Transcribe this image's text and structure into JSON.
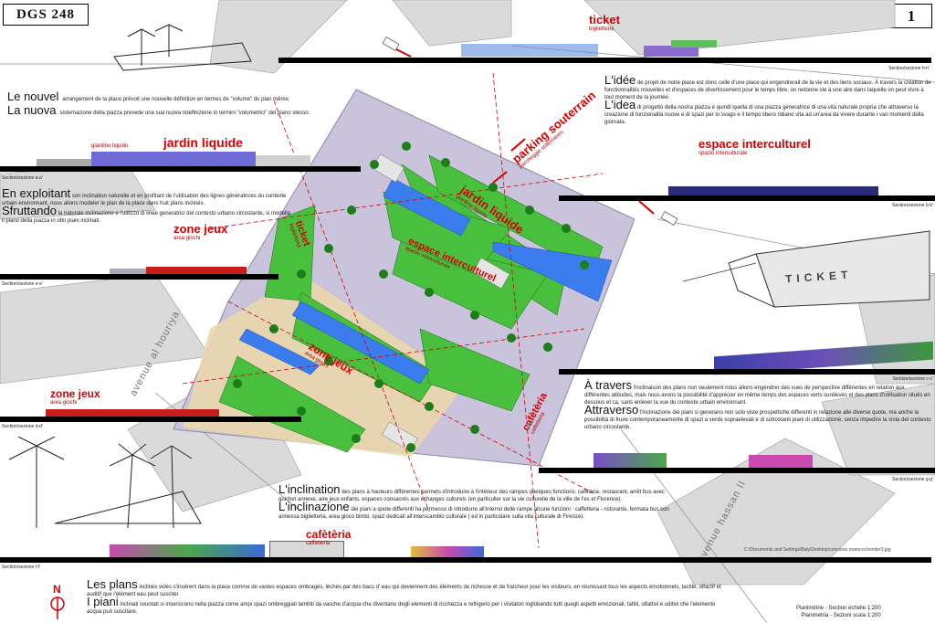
{
  "header": {
    "code": "DGS 248",
    "sheet_number": "1"
  },
  "labels": {
    "ticket": "ticket",
    "ticket_sub": "biglietteria",
    "jardin_liquide": "jardin liquide",
    "jardin_liquide_sub": "giardino liquido",
    "espace_interculturel": "espace interculturel",
    "espace_interculturel_sub": "spazio interculturale",
    "zone_jeux": "zone jeux",
    "zone_jeux_sub": "area giochi",
    "zone_jeux_2": "zone jeux",
    "zone_jeux_2_sub": "area giochi",
    "cafeteria": "cafètèria",
    "cafeteria_sub": "caffetteria",
    "parking": "parking souterrain",
    "parking_sub": "parcheggio sotterraneo",
    "plan_jardin": "jardin liquide",
    "plan_jardin_sub": "giardino liquido",
    "plan_espace": "espace interculturel",
    "plan_espace_sub": "spazio interculturale",
    "plan_ticket": "ticket",
    "plan_ticket_sub": "biglietteria",
    "plan_zone": "zone jeux",
    "plan_zone_sub": "area giochi",
    "plan_cafeteria": "cafètèria",
    "plan_cafeteria_sub": "caffetteria",
    "avenue_houriya": "avenue al houriya",
    "avenue_hassan": "avenue hassan II",
    "ticket_sign": "TICKET"
  },
  "sections": {
    "h_h": "Section/sezione h-h'",
    "a_a": "Section/sezione a-a'",
    "b_b": "Section/sezione b-b'",
    "e_e": "Section/sezione e-e'",
    "c_c": "Section/sezione c-c'",
    "d_d": "Section/sezione d-d'",
    "g_g": "Section/sezione g-g'",
    "f_f": "Section/sezione f-f'"
  },
  "texts": {
    "nouvel_lead": "Le nouvel",
    "nouvel_body": "arrangement de la place prévoit une nouvelle définition en termes de \"volume\" du plan même.",
    "nuova_lead": "La nuova",
    "nuova_body": "sistemazione della piazza prevede una sua nuova ridefinizione in termini \"volumetrici\" del piano stesso.",
    "idee_lead": "L'idée",
    "idee_body": "de projet de notre place est donc celle d'une place qui engendrerait de la vie et des liens sociaux. À travers la création de fonctionnalités nouvelles et d'espaces de divertissement pour le temps libre, on redonne vie à une aire dans laquelle on peut vivre à tout moment de la journée.",
    "idea_lead": "L'idea",
    "idea_body": "di progetto della nostra piazza è quindi quella di una piazza generatrice di una vita naturale propria che attraverso la creazione di funzionalità nuove e di spazi per lo svago e il tempo libero ridiano vita ad un'area da vivere durante i vari momenti della giornata.",
    "exploitant_lead": "En exploitant",
    "exploitant_body": "son inclination naturelle et en profitant de l'utilisation des lignes génératrices du contexte urbain environnant, nous allons modeler le plan de la place dans huit plans inclinés.",
    "sfruttando_lead": "Sfruttando",
    "sfruttando_body": "la naturale inclinazione e l'utilizzo di linee generatrici del contesto urbano circostante, si modella il piano della piazza in otto piani inclinati.",
    "atravers_lead": "À travers",
    "atravers_body": "l'inclinaison des plans non seulement nous allons engendrer des vues de perspective différentes en relation aux différentes altitudes, mais nous avons la possibilité d'apprécier en même temps des espaces verts surélevés et des plans d'utilisation situés en dessous et ca, sans enlever la vue du contexte urbain environnant.",
    "attraverso_lead": "Attraverso",
    "attraverso_body": "l'inclinazione dei piani si generano non solo viste prospettiche differenti in relazione alle diverse quote, ma anche la possibilità di fruire contemporaneamente di spazi a verde sopraelevati e di sottostanti piani di utilizzazione, senza impedire la vista del contesto urbano circostante.",
    "inclination_lead": "L'inclination",
    "inclination_body": "des plans à hauteurs différentes permets d'introduire à l'intérieur des rampes quelques fonctions: cafétéria- restaurant, arrêt bus avec guichet annexe, aire jeux enfants, espaces consacrés aux échanges culturels (en particulier sur la vie culturelle de la ville de l'es et Florence).",
    "inclinazione_lead": "L'inclinazione",
    "inclinazione_body": "dei piani a quote differenti ha permesso di introdurre all'interno delle rampe alcune funzioni : caffetteria - ristorante, fermata bus con annessa biglietteria, area gioco bimbi, spazi dedicati all'interscambio culturale ( ed in particolare sulla vita culturale di Firenze).",
    "plans_lead": "Les plans",
    "plans_body": "inclinés vidés s'insèrent dans la place comme de vastes espaces ombragés, léchés par des bacs d' eau qui deviennent des éléments de richesse et de fraîcheur pour les visiteurs, en réunissant tous les aspects émotionnels, tactile, olfactif et auditif que l'élément eau peut susciter.",
    "piani_lead": "I piani",
    "piani_body": "inclinati svuotati si inseriscono nella piazza come ampi spazi ombreggiati lambiti da vasche d'acqua che diventano degli elementi di ricchezza e refrigerio per i visitatori inglobando tutti quegli aspetti emozionali, tattili, olfattivi e uditivi che l'elemento acqua può suscitare.",
    "filepath": "C:\\Documents and Settings\\Baly\\Desktop\\concorso marocco\\render3.jpg",
    "scale_fr": "Planimétrie - Section échelle 1:200",
    "scale_it": "Planimetria - Sezioni scala 1:200",
    "north": "N"
  },
  "colors": {
    "label_red": "#d40000",
    "sub_red": "#b00000",
    "plaza_lilac": "#c6c0d9",
    "green": "#46c040",
    "water": "#3f7ff0",
    "sand": "#e9d6ac"
  }
}
